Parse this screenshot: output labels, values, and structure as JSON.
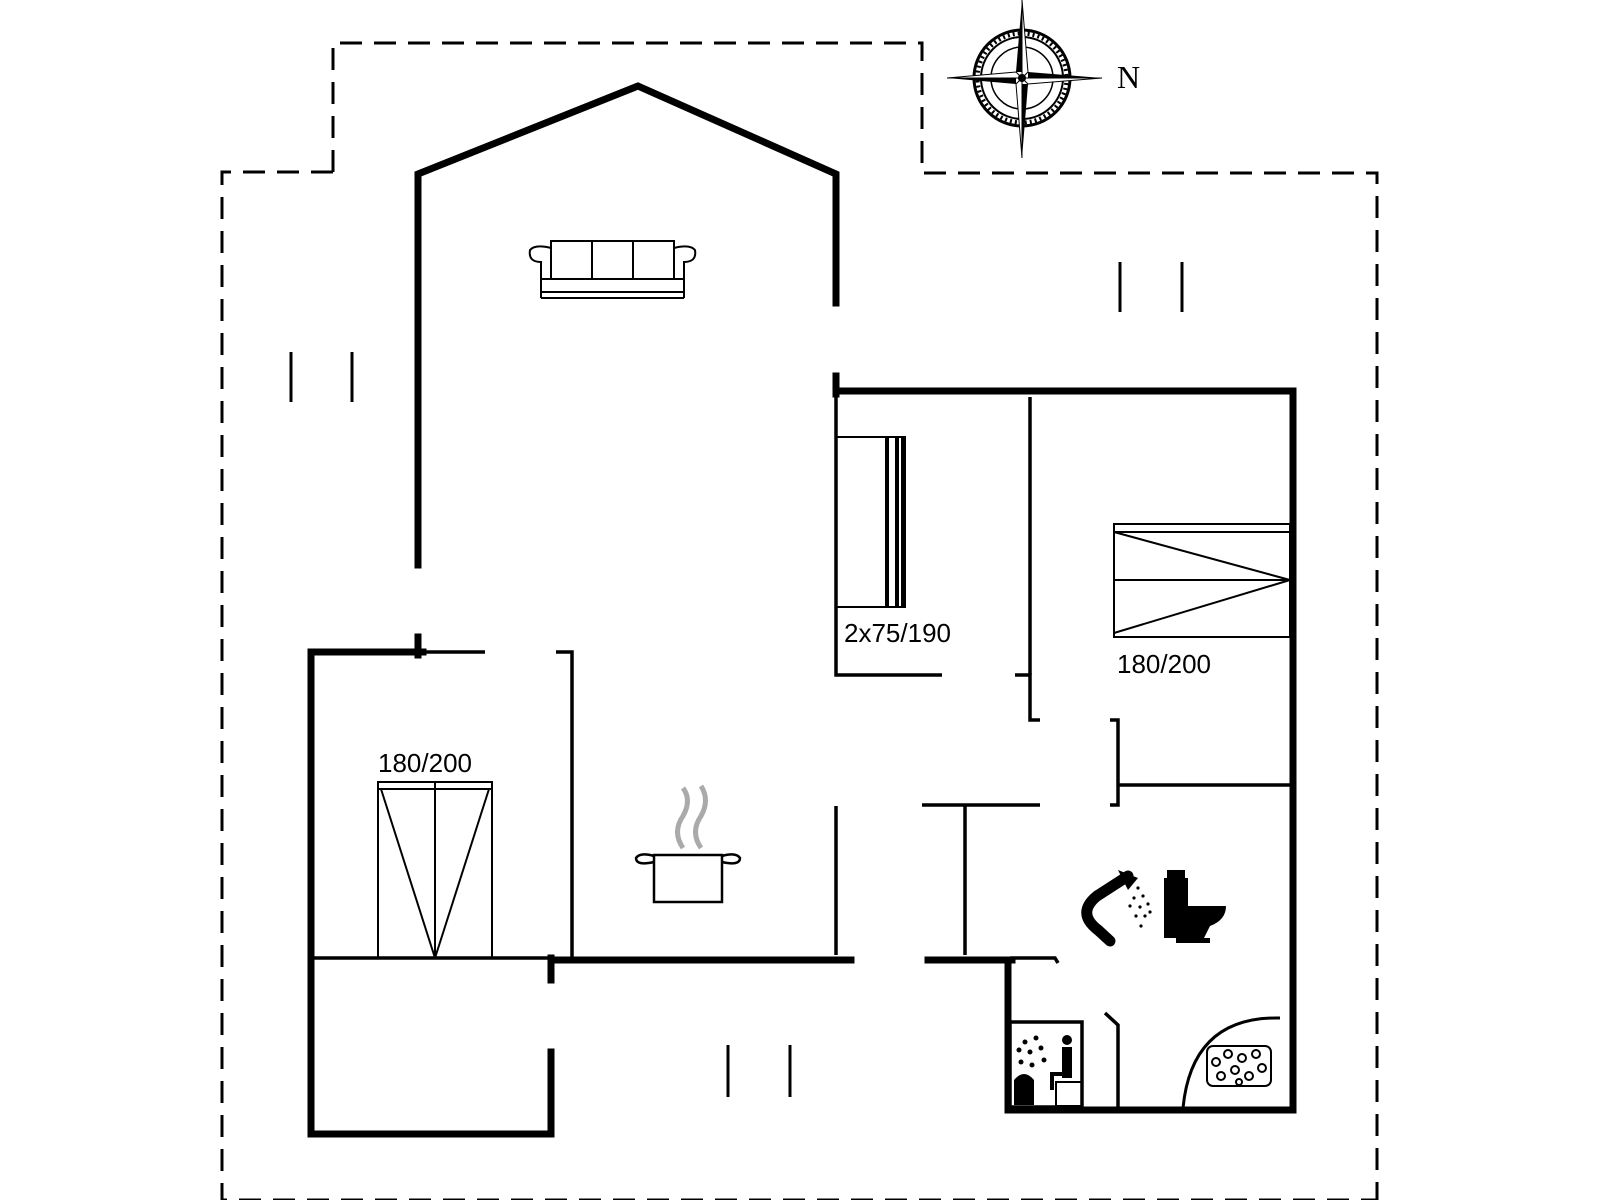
{
  "compass": {
    "north_label": "N"
  },
  "rooms": {
    "bedroom_twin": {
      "bed_label": "2x75/190"
    },
    "bedroom_east": {
      "bed_label": "180/200"
    },
    "bedroom_west": {
      "bed_label": "180/200"
    }
  },
  "icons": {
    "living": "sofa-icon",
    "kitchen": "cooking-pot-icon",
    "bathroom_shower": "shower-icon",
    "bathroom_toilet": "toilet-icon",
    "sauna": "sauna-icon",
    "spa": "whirlpool-icon",
    "compass": "compass-rose-icon"
  }
}
